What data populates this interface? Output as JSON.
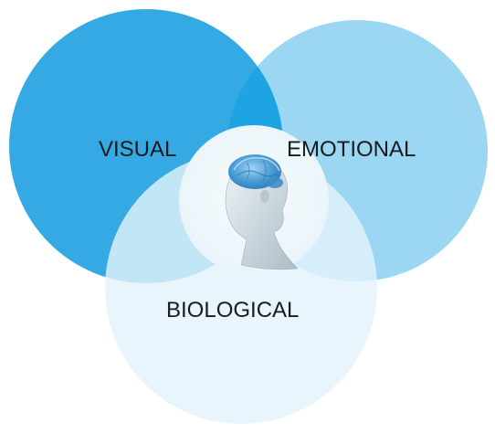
{
  "diagram": {
    "labels": {
      "visual": "VISUAL",
      "emotional": "EMOTIONAL",
      "biological": "BIOLOGICAL"
    },
    "colors": {
      "visual": "#35a9e3",
      "emotional": "#9bd6f3",
      "biological": "#e3f3fb",
      "overlap_visual_emotional": "#1ea4e2",
      "center": "#f3f9fc"
    },
    "icon": "human-head-with-brain"
  }
}
